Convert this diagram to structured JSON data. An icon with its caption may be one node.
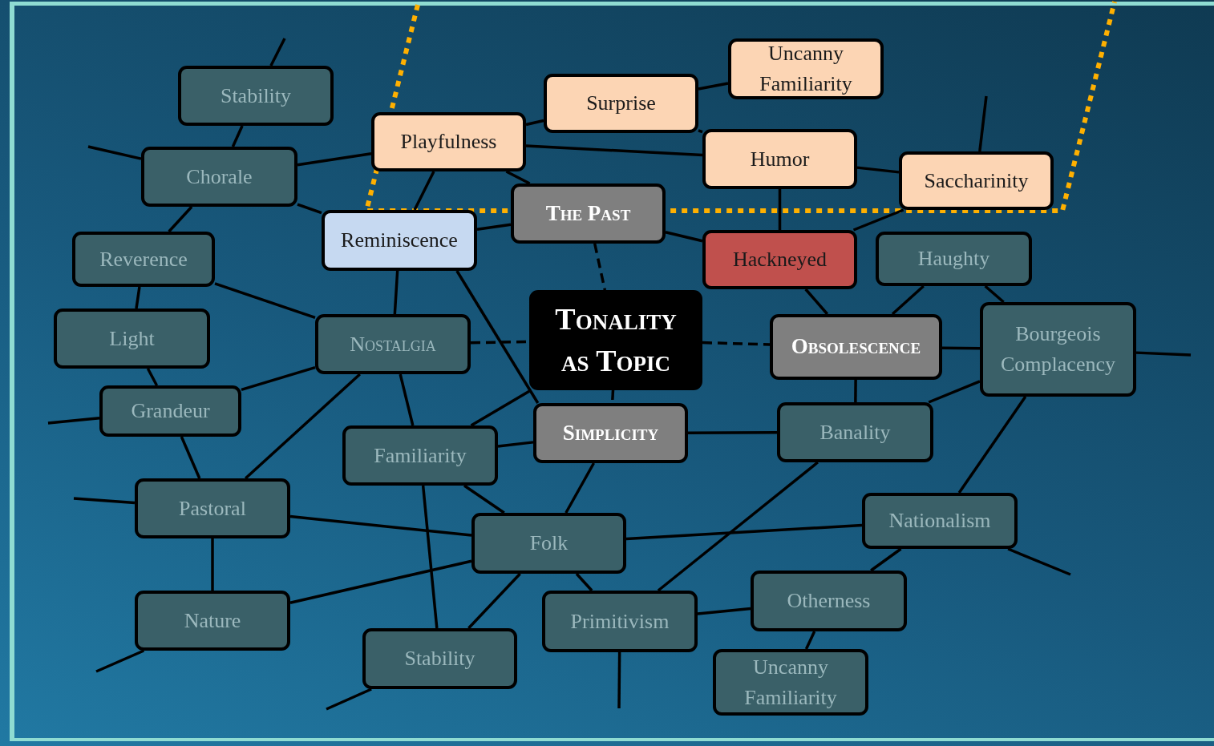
{
  "diagram": {
    "nodes": [
      {
        "text": [
          "Stability"
        ]
      },
      {
        "text": [
          "Chorale"
        ]
      },
      {
        "text": [
          "Playfulness"
        ]
      },
      {
        "text": [
          "Surprise"
        ]
      },
      {
        "text": [
          "Uncanny Familiarity"
        ]
      },
      {
        "text": [
          "Humor"
        ]
      },
      {
        "text": [
          "Saccharinity"
        ]
      },
      {
        "text": [
          "Reverence"
        ]
      },
      {
        "text": [
          "Reminiscence"
        ]
      },
      {
        "text": [
          "The Past"
        ]
      },
      {
        "text": [
          "Hackneyed"
        ]
      },
      {
        "text": [
          "Haughty"
        ]
      },
      {
        "text": [
          "Light"
        ]
      },
      {
        "text": [
          "Nostalgia"
        ]
      },
      {
        "text": [
          "Tonality as Topic"
        ]
      },
      {
        "text": [
          "Obsolescence"
        ]
      },
      {
        "text": [
          "Bourgeois Complacency"
        ]
      },
      {
        "text": [
          "Grandeur"
        ]
      },
      {
        "text": [
          "Familiarity"
        ]
      },
      {
        "text": [
          "Simplicity"
        ]
      },
      {
        "text": [
          "Banality"
        ]
      },
      {
        "text": [
          "Pastoral"
        ]
      },
      {
        "text": [
          "Folk"
        ]
      },
      {
        "text": [
          "Nationalism"
        ]
      },
      {
        "text": [
          "Nature"
        ]
      },
      {
        "text": [
          "Primitivism"
        ]
      },
      {
        "text": [
          "Otherness"
        ]
      },
      {
        "text": [
          "Stability"
        ]
      },
      {
        "text": [
          "Uncanny Familiarity"
        ]
      }
    ],
    "edges": [
      {
        "from": 0,
        "to": null,
        "arrow": "none"
      },
      {
        "from": 0,
        "to": 1,
        "arrow": "none"
      },
      {
        "from": 1,
        "to": null,
        "arrow": "none"
      },
      {
        "from": 1,
        "to": 2,
        "arrow": "none"
      },
      {
        "from": 1,
        "to": 7,
        "arrow": "none"
      },
      {
        "from": 1,
        "to": 8,
        "arrow": "none"
      },
      {
        "from": 2,
        "to": 3,
        "arrow": "none"
      },
      {
        "from": 2,
        "to": 5,
        "arrow": "none"
      },
      {
        "from": 2,
        "to": 8,
        "arrow": "none"
      },
      {
        "from": 2,
        "to": 9,
        "arrow": "none"
      },
      {
        "from": 3,
        "to": 4,
        "arrow": "none"
      },
      {
        "from": 3,
        "to": 5,
        "arrow": "none"
      },
      {
        "from": 5,
        "to": 6,
        "arrow": "none"
      },
      {
        "from": 5,
        "to": 10,
        "arrow": "none"
      },
      {
        "from": 6,
        "to": null,
        "arrow": "none"
      },
      {
        "from": 6,
        "to": 10,
        "arrow": "none"
      },
      {
        "from": 8,
        "to": 9,
        "arrow": "none"
      },
      {
        "from": 8,
        "to": 13,
        "arrow": "none"
      },
      {
        "from": 8,
        "to": 19,
        "arrow": "none"
      },
      {
        "from": 9,
        "to": 10,
        "arrow": "none"
      },
      {
        "from": 9,
        "to": 14,
        "arrow": "none",
        "style": "dashed"
      },
      {
        "from": 7,
        "to": 12,
        "arrow": "none"
      },
      {
        "from": 7,
        "to": 13,
        "arrow": "none"
      },
      {
        "from": 12,
        "to": 17,
        "arrow": "none"
      },
      {
        "from": 17,
        "to": null,
        "arrow": "none"
      },
      {
        "from": 17,
        "to": 13,
        "arrow": "none"
      },
      {
        "from": 17,
        "to": 21,
        "arrow": "none"
      },
      {
        "from": 13,
        "to": 14,
        "arrow": "none",
        "style": "dashed"
      },
      {
        "from": 13,
        "to": 21,
        "arrow": "none"
      },
      {
        "from": 13,
        "to": 18,
        "arrow": "none"
      },
      {
        "from": 14,
        "to": 15,
        "arrow": "none",
        "style": "dashed"
      },
      {
        "from": 14,
        "to": 19,
        "arrow": "none",
        "style": "dashed"
      },
      {
        "from": 14,
        "to": 18,
        "arrow": "none"
      },
      {
        "from": 10,
        "to": 15,
        "arrow": "none"
      },
      {
        "from": 11,
        "to": 15,
        "arrow": "none"
      },
      {
        "from": 11,
        "to": 16,
        "arrow": "none"
      },
      {
        "from": 15,
        "to": 16,
        "arrow": "none"
      },
      {
        "from": 15,
        "to": 20,
        "arrow": "none"
      },
      {
        "from": 16,
        "to": null,
        "arrow": "none"
      },
      {
        "from": 16,
        "to": 20,
        "arrow": "none"
      },
      {
        "from": 16,
        "to": 23,
        "arrow": "none"
      },
      {
        "from": 18,
        "to": 19,
        "arrow": "none"
      },
      {
        "from": 18,
        "to": 22,
        "arrow": "none"
      },
      {
        "from": 18,
        "to": 27,
        "arrow": "none"
      },
      {
        "from": 19,
        "to": 20,
        "arrow": "none"
      },
      {
        "from": 19,
        "to": 22,
        "arrow": "none"
      },
      {
        "from": 20,
        "to": 25,
        "arrow": "none"
      },
      {
        "from": 21,
        "to": null,
        "arrow": "none"
      },
      {
        "from": 21,
        "to": 22,
        "arrow": "none"
      },
      {
        "from": 21,
        "to": 24,
        "arrow": "none"
      },
      {
        "from": 22,
        "to": 23,
        "arrow": "none"
      },
      {
        "from": 22,
        "to": 24,
        "arrow": "none"
      },
      {
        "from": 22,
        "to": 27,
        "arrow": "none"
      },
      {
        "from": 22,
        "to": 25,
        "arrow": "none"
      },
      {
        "from": 23,
        "to": null,
        "arrow": "none"
      },
      {
        "from": 23,
        "to": 26,
        "arrow": "none"
      },
      {
        "from": 24,
        "to": null,
        "arrow": "none"
      },
      {
        "from": 27,
        "to": null,
        "arrow": "none"
      },
      {
        "from": 25,
        "to": null,
        "arrow": "none"
      },
      {
        "from": 25,
        "to": 26,
        "arrow": "none"
      },
      {
        "from": 26,
        "to": 28,
        "arrow": "none"
      }
    ]
  }
}
